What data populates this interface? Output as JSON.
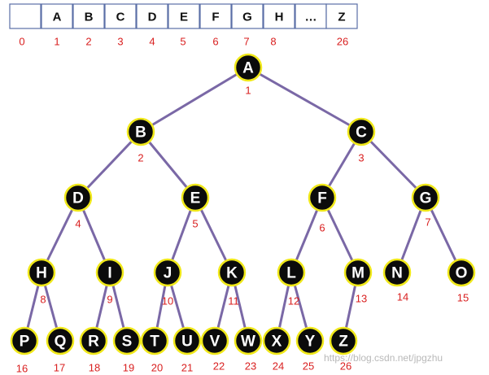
{
  "array": {
    "cells": [
      "",
      "A",
      "B",
      "C",
      "D",
      "E",
      "F",
      "G",
      "H",
      "…",
      "Z"
    ],
    "indices": [
      "0",
      "1",
      "2",
      "3",
      "4",
      "5",
      "6",
      "7",
      "8",
      "",
      "26"
    ]
  },
  "tree": {
    "nodes": [
      {
        "label": "A",
        "index": "1"
      },
      {
        "label": "B",
        "index": "2"
      },
      {
        "label": "C",
        "index": "3"
      },
      {
        "label": "D",
        "index": "4"
      },
      {
        "label": "E",
        "index": "5"
      },
      {
        "label": "F",
        "index": "6"
      },
      {
        "label": "G",
        "index": "7"
      },
      {
        "label": "H",
        "index": "8"
      },
      {
        "label": "I",
        "index": "9"
      },
      {
        "label": "J",
        "index": "10"
      },
      {
        "label": "K",
        "index": "11"
      },
      {
        "label": "L",
        "index": "12"
      },
      {
        "label": "M",
        "index": "13"
      },
      {
        "label": "N",
        "index": "14"
      },
      {
        "label": "O",
        "index": "15"
      },
      {
        "label": "P",
        "index": "16"
      },
      {
        "label": "Q",
        "index": "17"
      },
      {
        "label": "R",
        "index": "18"
      },
      {
        "label": "S",
        "index": "19"
      },
      {
        "label": "T",
        "index": "20"
      },
      {
        "label": "U",
        "index": "21"
      },
      {
        "label": "V",
        "index": "22"
      },
      {
        "label": "W",
        "index": "23"
      },
      {
        "label": "X",
        "index": "24"
      },
      {
        "label": "Y",
        "index": "25"
      },
      {
        "label": "Z",
        "index": "26"
      }
    ],
    "edges": [
      [
        "A",
        "B"
      ],
      [
        "A",
        "C"
      ],
      [
        "B",
        "D"
      ],
      [
        "B",
        "E"
      ],
      [
        "C",
        "F"
      ],
      [
        "C",
        "G"
      ],
      [
        "D",
        "H"
      ],
      [
        "D",
        "I"
      ],
      [
        "E",
        "J"
      ],
      [
        "E",
        "K"
      ],
      [
        "F",
        "L"
      ],
      [
        "F",
        "M"
      ],
      [
        "G",
        "N"
      ],
      [
        "G",
        "O"
      ],
      [
        "H",
        "P"
      ],
      [
        "H",
        "Q"
      ],
      [
        "I",
        "R"
      ],
      [
        "I",
        "S"
      ],
      [
        "J",
        "T"
      ],
      [
        "J",
        "U"
      ],
      [
        "K",
        "V"
      ],
      [
        "K",
        "W"
      ],
      [
        "L",
        "X"
      ],
      [
        "L",
        "Y"
      ],
      [
        "M",
        "Z"
      ]
    ]
  },
  "watermark": "https://blog.csdn.net/jpgzhu",
  "colors": {
    "node_fill": "#0b0b0b",
    "node_border": "#f0e81a",
    "edge": "#7a68a6",
    "index_text": "#d92020",
    "cell_border": "#5b6fa6"
  }
}
